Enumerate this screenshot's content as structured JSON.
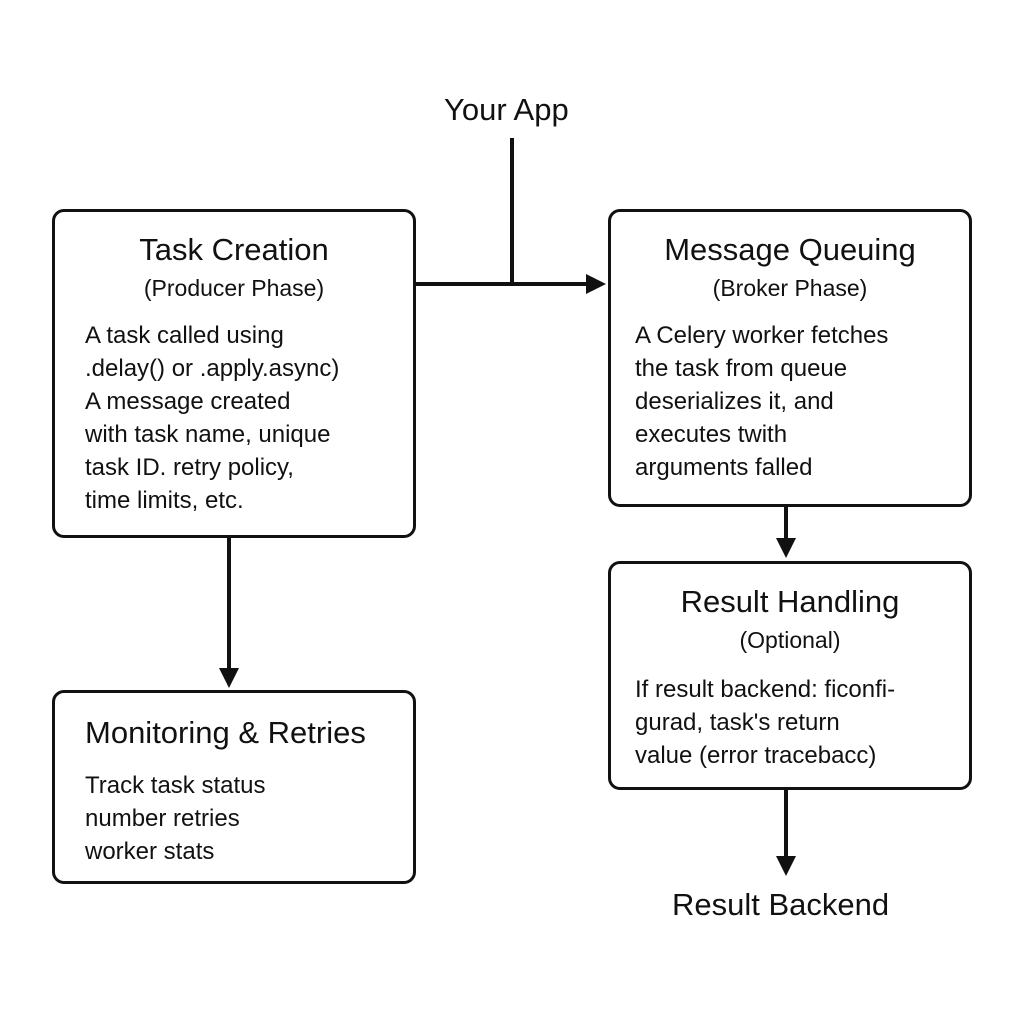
{
  "top_label": "Your App",
  "bottom_label": "Result Backend",
  "boxes": {
    "task_creation": {
      "title": "Task Creation",
      "subtitle": "(Producer Phase)",
      "lines": [
        "A task called using",
        ".delay() or .apply.async)",
        "A message created",
        "with task name, unique",
        "task ID. retry policy,",
        "time limits, etc."
      ]
    },
    "message_queuing": {
      "title": "Message Queuing",
      "subtitle": "(Broker Phase)",
      "lines": [
        "A Celery worker fetches",
        "the task from queue",
        "deserializes it, and",
        "executes twith",
        "arguments falled"
      ]
    },
    "result_handling": {
      "title": "Result Handling",
      "subtitle": "(Optional)",
      "lines": [
        "If result backend: ficonfi-",
        "gurad, task's return",
        "value (error tracebacc)"
      ]
    },
    "monitoring": {
      "title": "Monitoring & Retries",
      "lines": [
        "Track task status",
        "number retries",
        "worker stats"
      ]
    }
  },
  "colors": {
    "stroke": "#111111",
    "background": "#ffffff"
  }
}
